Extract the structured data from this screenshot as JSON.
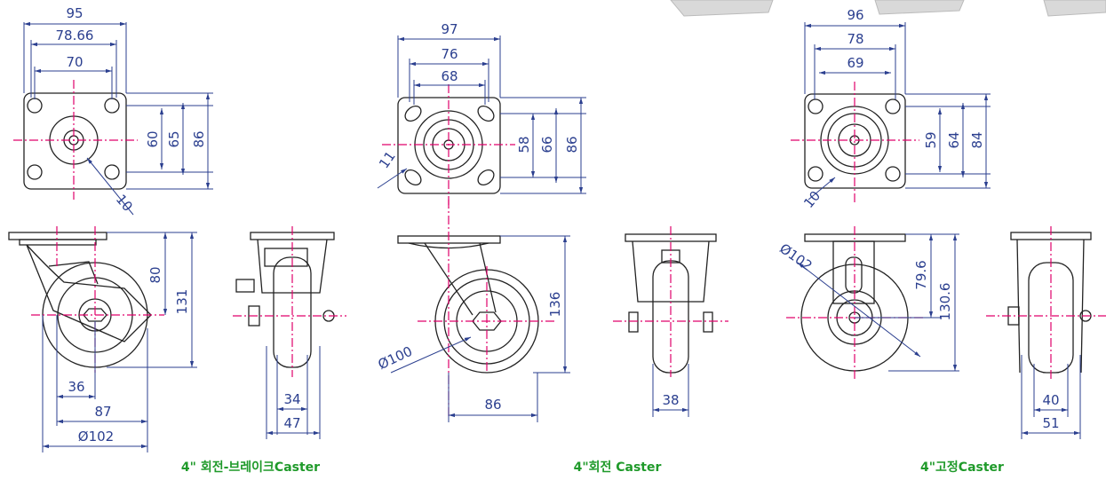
{
  "drawings": [
    {
      "caption": "4\" 회전-브레이크Caster",
      "top_view": {
        "width": "95",
        "mount_outer": "78.66",
        "mount_inner": "70",
        "hole_pitch_1": "60",
        "hole_pitch_2": "65",
        "plate_depth": "86",
        "hole_dia": "10"
      },
      "side_view": {
        "height": "131",
        "axle_height": "80",
        "offset": "36",
        "wheel_span": "87",
        "wheel_dia": "Ø102"
      },
      "front_view": {
        "tread": "34",
        "width": "47"
      }
    },
    {
      "caption": "4\"회전 Caster",
      "top_view": {
        "width": "97",
        "mount_outer": "76",
        "mount_inner": "68",
        "hole_pitch_1": "58",
        "hole_pitch_2": "66",
        "plate_depth": "86",
        "hole_dia": "11"
      },
      "side_view": {
        "height": "136",
        "wheel_dia": "Ø100",
        "span": "86"
      },
      "front_view": {
        "tread": "38"
      }
    },
    {
      "caption": "4\"고정Caster",
      "top_view": {
        "width": "96",
        "mount_outer": "78",
        "mount_inner": "69",
        "hole_pitch_1": "59",
        "hole_pitch_2": "64",
        "plate_depth": "84",
        "hole_dia": "10"
      },
      "side_view": {
        "wheel_dia": "Ø102",
        "axle_height": "79.6",
        "height": "130.6"
      },
      "front_view": {
        "tread": "40",
        "width": "51"
      }
    }
  ],
  "colors": {
    "dimension": "#2b3f8f",
    "centerline": "#e0006a",
    "caption": "#1f9a2a",
    "outline": "#222222"
  }
}
